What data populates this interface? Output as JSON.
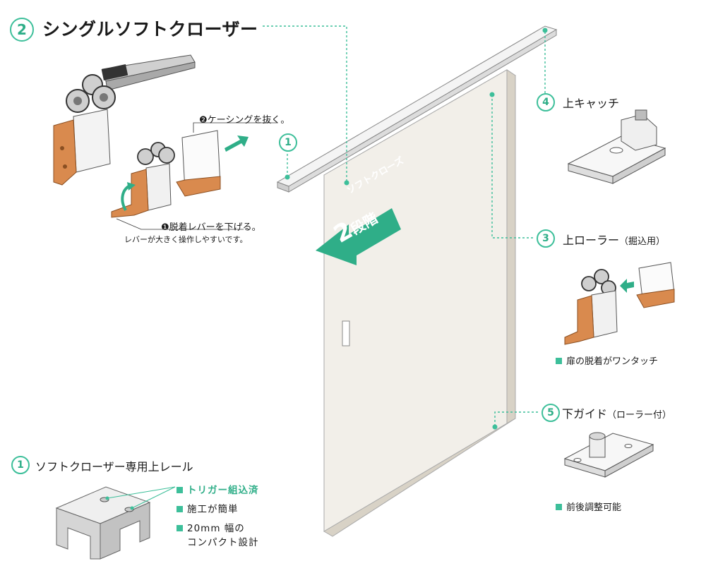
{
  "main_title": {
    "number": "2",
    "text": "シングルソフトクローザー"
  },
  "casing_step": "❷ケーシングを抜く。",
  "lever_step": "❶脱着レバーを下げる。",
  "lever_note": "レバーが大きく操作しやすいです。",
  "door_badge": {
    "line1": "ソフトクローズ",
    "line2_num": "2",
    "line2_text": "段階"
  },
  "items": [
    {
      "number": "1",
      "label": "ソフトクローザー専用上レール"
    },
    {
      "number": "1",
      "label": ""
    },
    {
      "number": "3",
      "label": "上ローラー",
      "note": "（掘込用）"
    },
    {
      "number": "4",
      "label": "上キャッチ"
    },
    {
      "number": "5",
      "label": "下ガイド",
      "note": "（ローラー付）"
    }
  ],
  "rail_features": [
    "トリガー組込済",
    "施工が簡単",
    "20mm 幅の",
    "コンパクト設計"
  ],
  "roller_feature": "扉の脱着がワンタッチ",
  "guide_feature": "前後調整可能",
  "colors": {
    "accent": "#3dbf9a",
    "orange": "#d98a4e",
    "door": "#f2efe9"
  }
}
